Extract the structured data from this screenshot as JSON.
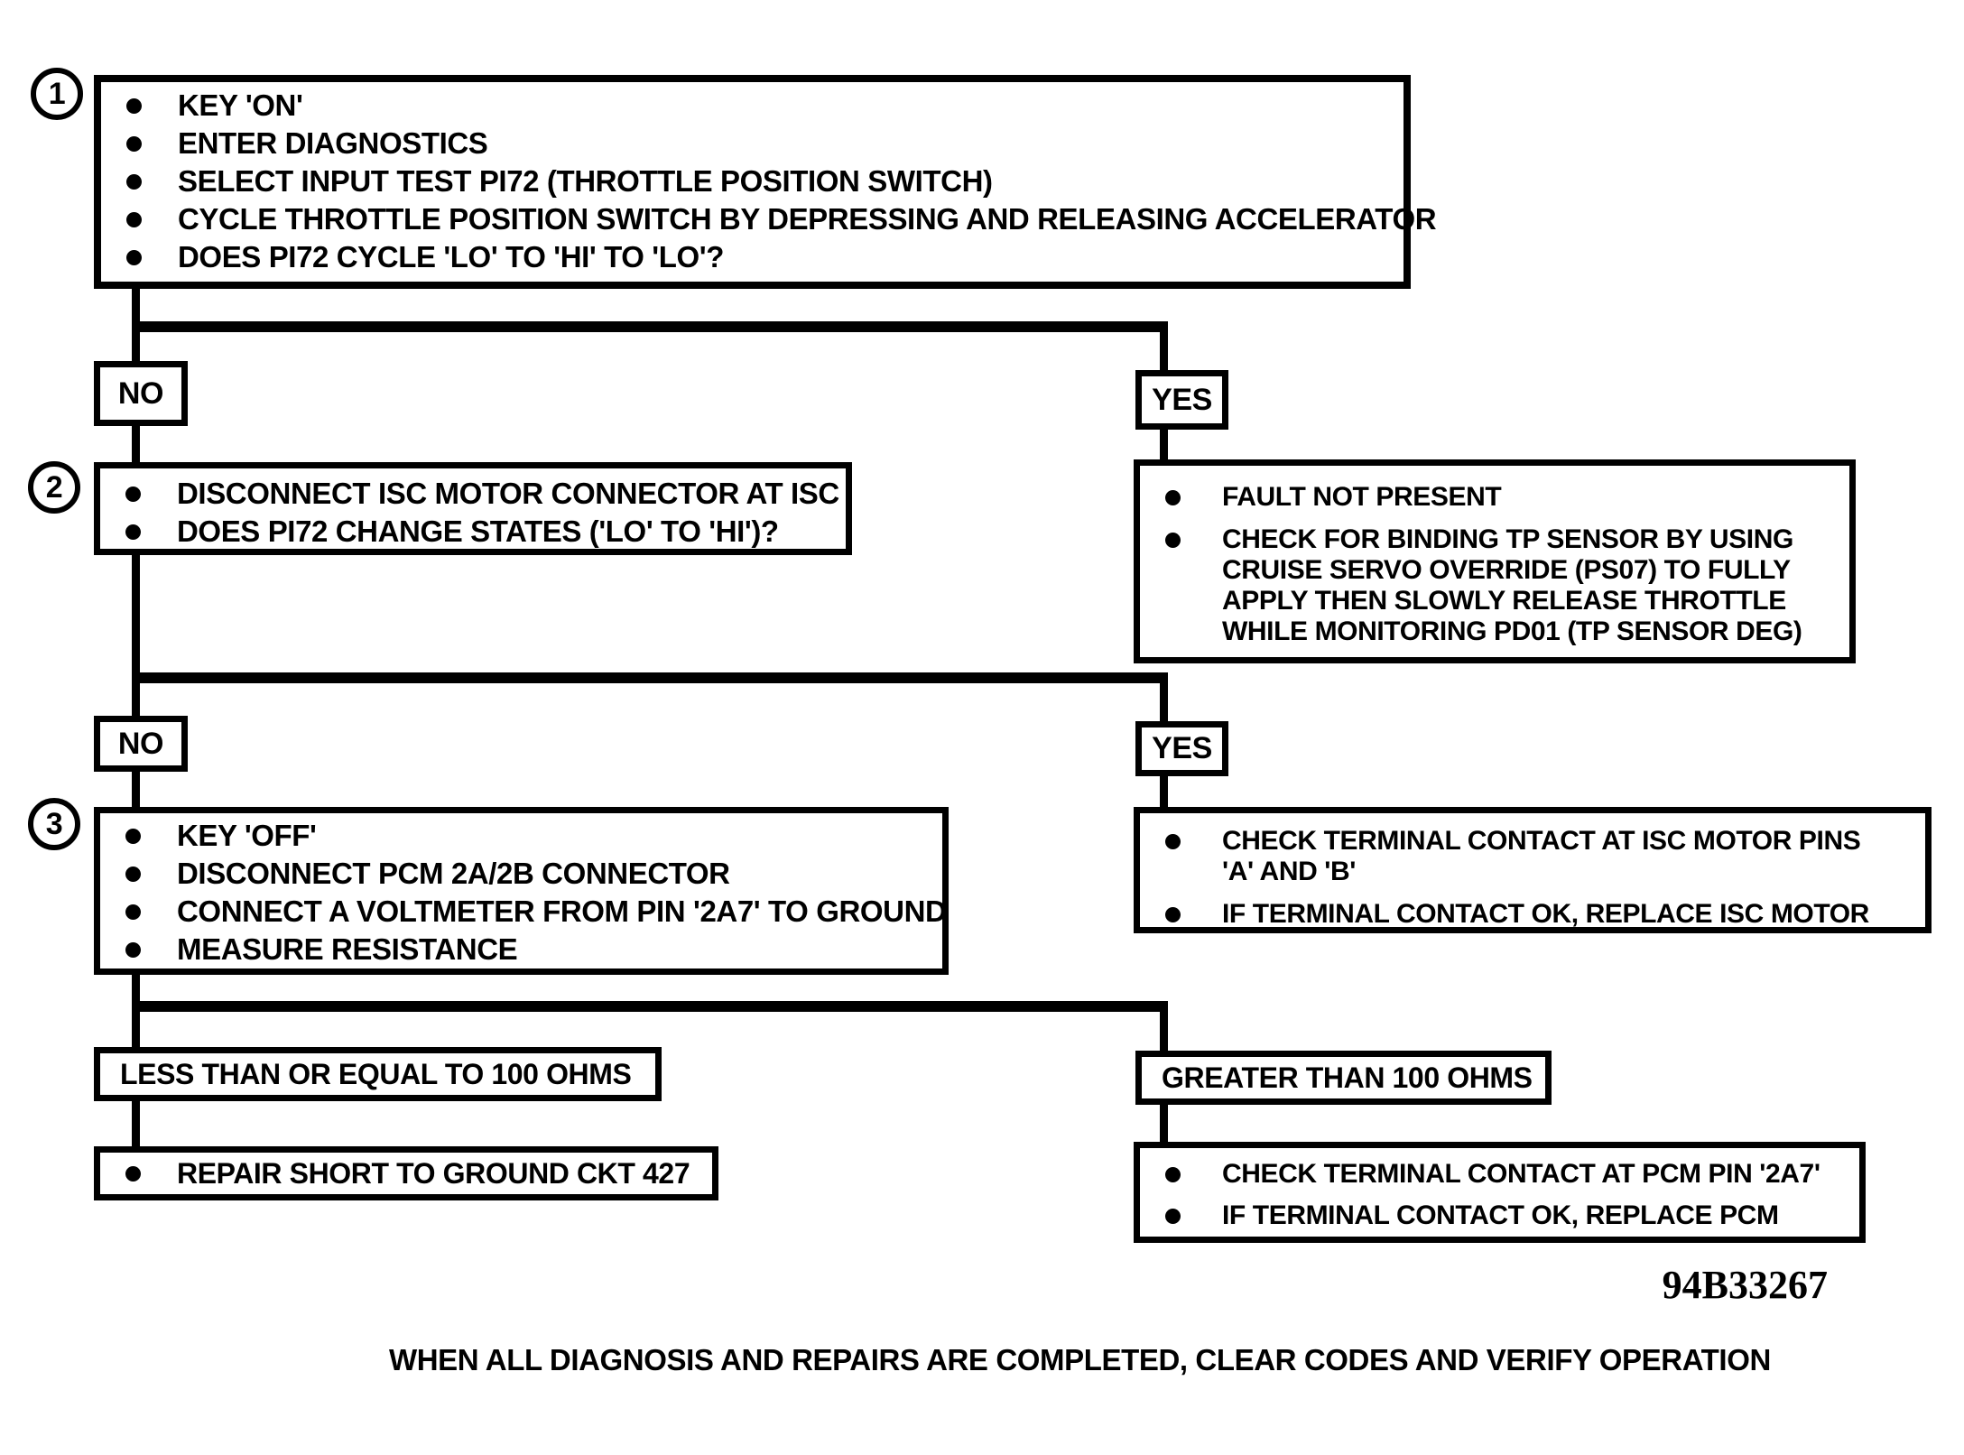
{
  "step1": {
    "number": "1",
    "items": [
      [
        "KEY  'ON'"
      ],
      [
        "ENTER DIAGNOSTICS"
      ],
      [
        "SELECT INPUT TEST PI72 (THROTTLE POSITION SWITCH)"
      ],
      [
        "CYCLE THROTTLE POSITION SWITCH BY DEPRESSING AND RELEASING ACCELERATOR"
      ],
      [
        "DOES PI72 CYCLE 'LO' TO 'HI' TO 'LO'?"
      ]
    ]
  },
  "decision1": {
    "no": "NO",
    "yes": "YES"
  },
  "step2": {
    "number": "2",
    "items": [
      [
        "DISCONNECT ISC MOTOR CONNECTOR AT ISC"
      ],
      [
        "DOES PI72 CHANGE STATES ('LO' TO 'HI')?"
      ]
    ]
  },
  "result_yes1": {
    "items": [
      [
        "FAULT NOT PRESENT"
      ],
      [
        "CHECK FOR BINDING TP SENSOR BY USING",
        "CRUISE SERVO OVERRIDE (PS07) TO FULLY",
        "APPLY THEN SLOWLY RELEASE THROTTLE",
        "WHILE MONITORING PD01 (TP SENSOR DEG)"
      ]
    ]
  },
  "decision2": {
    "no": "NO",
    "yes": "YES"
  },
  "step3": {
    "number": "3",
    "items": [
      [
        "KEY 'OFF'"
      ],
      [
        "DISCONNECT PCM 2A/2B CONNECTOR"
      ],
      [
        "CONNECT A VOLTMETER FROM PIN '2A7' TO GROUND"
      ],
      [
        "MEASURE RESISTANCE"
      ]
    ]
  },
  "result_yes2": {
    "items": [
      [
        "CHECK TERMINAL CONTACT AT ISC MOTOR PINS",
        "'A' AND 'B'"
      ],
      [
        "IF TERMINAL CONTACT OK, REPLACE ISC MOTOR"
      ]
    ]
  },
  "conditions": {
    "less": "LESS THAN OR EQUAL TO 100 OHMS",
    "greater": "GREATER THAN 100 OHMS"
  },
  "result_less": {
    "items": [
      [
        "REPAIR SHORT TO GROUND CKT 427"
      ]
    ]
  },
  "result_greater": {
    "items": [
      [
        "CHECK TERMINAL CONTACT AT PCM PIN '2A7'"
      ],
      [
        "IF TERMINAL CONTACT OK, REPLACE PCM"
      ]
    ]
  },
  "figure_code": "94B33267",
  "footer": "WHEN ALL DIAGNOSIS AND REPAIRS ARE COMPLETED, CLEAR CODES AND VERIFY OPERATION"
}
